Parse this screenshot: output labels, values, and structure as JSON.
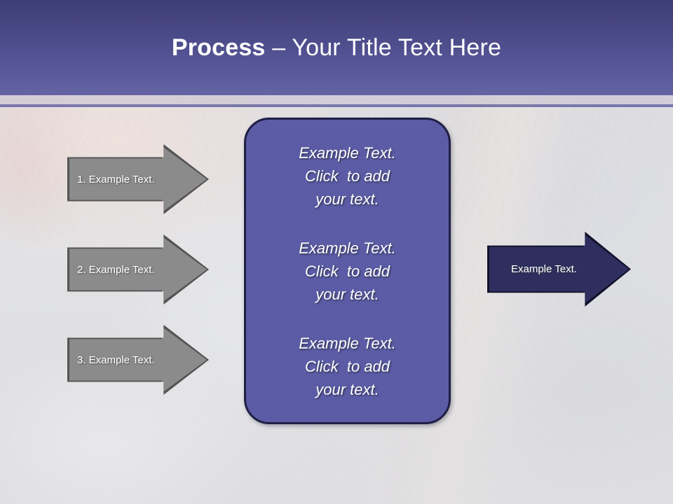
{
  "slide": {
    "title": {
      "strong": "Process",
      "rest": " – Your Title Text Here"
    },
    "theme": {
      "title_bar_color": "#4e4d8c",
      "accent_band_color": "#cdc6d6",
      "center_box_fill": "#5b5ca5",
      "center_box_border": "#1f1f46",
      "gray_arrow_fill": "#909090",
      "gray_arrow_border": "#535353",
      "navy_arrow_fill": "#2e2f5e",
      "navy_arrow_border": "#12122b",
      "text_color": "#ffffff",
      "background_color": "#dedee1"
    }
  },
  "input_arrows": [
    {
      "label": "1. Example Text."
    },
    {
      "label": "2. Example Text."
    },
    {
      "label": "3. Example Text."
    }
  ],
  "center_box": {
    "blocks": [
      {
        "line1": "Example Text.",
        "line2": "Click  to add",
        "line3": "your text."
      },
      {
        "line1": "Example Text.",
        "line2": "Click  to add",
        "line3": "your text."
      },
      {
        "line1": "Example Text.",
        "line2": "Click  to add",
        "line3": "your text."
      }
    ]
  },
  "output_arrow": {
    "label": "Example Text."
  }
}
